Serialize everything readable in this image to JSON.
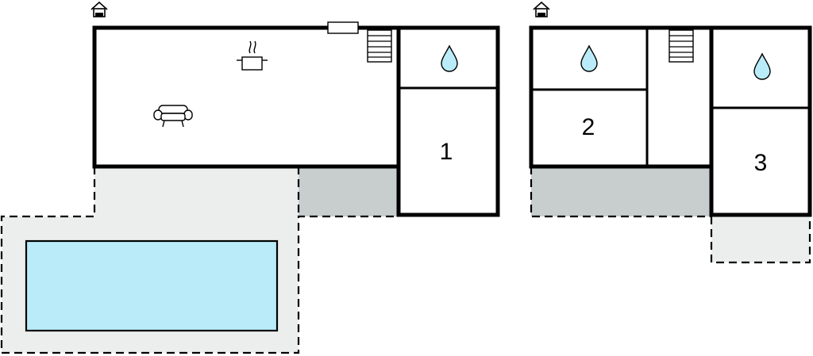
{
  "colors": {
    "pool": "#b9ecf8",
    "terrace": "#eceeee",
    "covered_terrace": "#c8cdce",
    "water_drop": "#b9ecf8",
    "wall": "#000000"
  },
  "icons": {
    "house_marker": "house-icon",
    "bathroom": "water-drop-icon",
    "kitchen": "cooking-pot-icon",
    "living": "sofa-icon",
    "stairs": "stairs-icon"
  },
  "floors": [
    {
      "rooms": [
        {
          "number": "1"
        }
      ]
    },
    {
      "rooms": [
        {
          "number": "2"
        },
        {
          "number": "3"
        }
      ]
    }
  ]
}
